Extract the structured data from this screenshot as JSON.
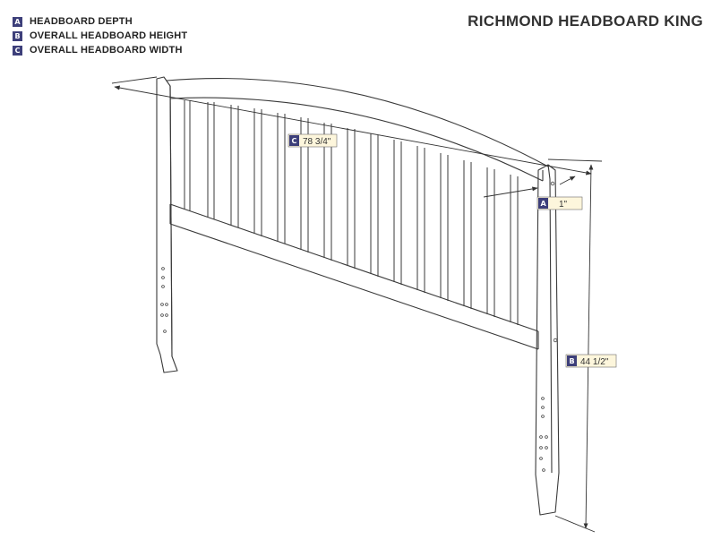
{
  "title": "RICHMOND HEADBOARD KING",
  "legend": [
    {
      "key": "A",
      "label": "HEADBOARD DEPTH"
    },
    {
      "key": "B",
      "label": "OVERALL HEADBOARD HEIGHT"
    },
    {
      "key": "C",
      "label": "OVERALL HEADBOARD WIDTH"
    }
  ],
  "dimensions": {
    "a": {
      "key": "A",
      "value": "1\""
    },
    "b": {
      "key": "B",
      "value": "44 1/2\""
    },
    "c": {
      "key": "C",
      "value": "78 3/4\""
    }
  },
  "colors": {
    "accent": "#3d3f7a",
    "tag_fill": "#fdf6dc",
    "line": "#3a3a3a"
  }
}
